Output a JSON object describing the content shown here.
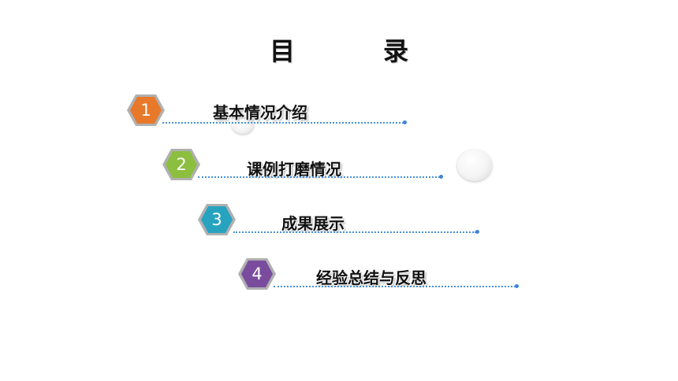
{
  "title": "目　录",
  "items": [
    {
      "number": "1",
      "label": "基本情况介绍",
      "color": "#e8792a"
    },
    {
      "number": "2",
      "label": "课例打磨情况",
      "color": "#8cbf3f"
    },
    {
      "number": "3",
      "label": "成果展示",
      "color": "#27a3c0"
    },
    {
      "number": "4",
      "label": "经验总结与反思",
      "color": "#7a4c9e"
    }
  ],
  "colors": {
    "dotted_line": "#4a90d9",
    "hex_border": "#9a9a9a"
  }
}
